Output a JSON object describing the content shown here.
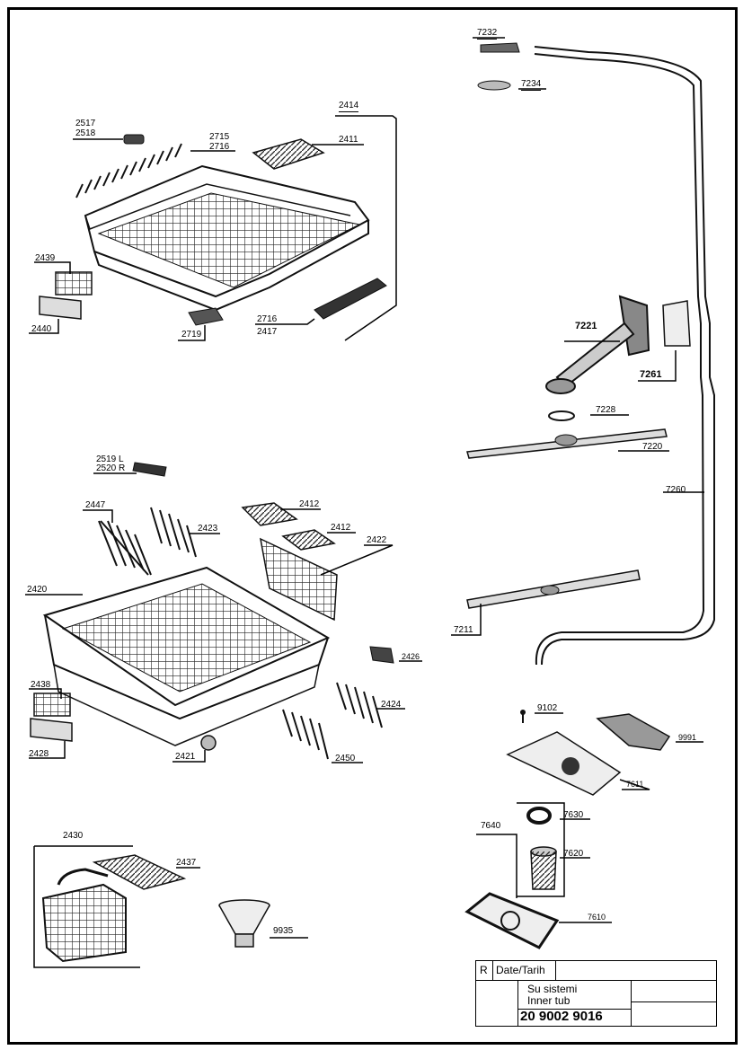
{
  "parts": {
    "p7232": "7232",
    "p7234": "7234",
    "p2414": "2414",
    "p2517": "2517",
    "p2518": "2518",
    "p2715": "2715",
    "p2716a": "2716",
    "p2411": "2411",
    "p2439": "2439",
    "p2440": "2440",
    "p2719": "2719",
    "p2716b": "2716",
    "p2417": "2417",
    "p7221": "7221",
    "p7261": "7261",
    "p7228": "7228",
    "p7220": "7220",
    "p2519": "2519 L",
    "p2520": "2520 R",
    "p7260": "7260",
    "p2447": "2447",
    "p2423": "2423",
    "p2412a": "2412",
    "p2412b": "2412",
    "p2422": "2422",
    "p2420": "2420",
    "p7211": "7211",
    "p2426": "2426",
    "p2438": "2438",
    "p2424": "2424",
    "p2428": "2428",
    "p2421": "2421",
    "p2450": "2450",
    "p9102": "9102",
    "p9991": "9991",
    "p7611": "7611",
    "p7640": "7640",
    "p7630": "7630",
    "p7620": "7620",
    "p2430": "2430",
    "p2437": "2437",
    "p9935": "9935",
    "p7610": "7610"
  },
  "title_block": {
    "r_label": "R",
    "date_label": "Date/Tarih",
    "name_tr": "Su sistemi",
    "name_en": "Inner tub",
    "drawing_code": "20 9002 9016"
  }
}
